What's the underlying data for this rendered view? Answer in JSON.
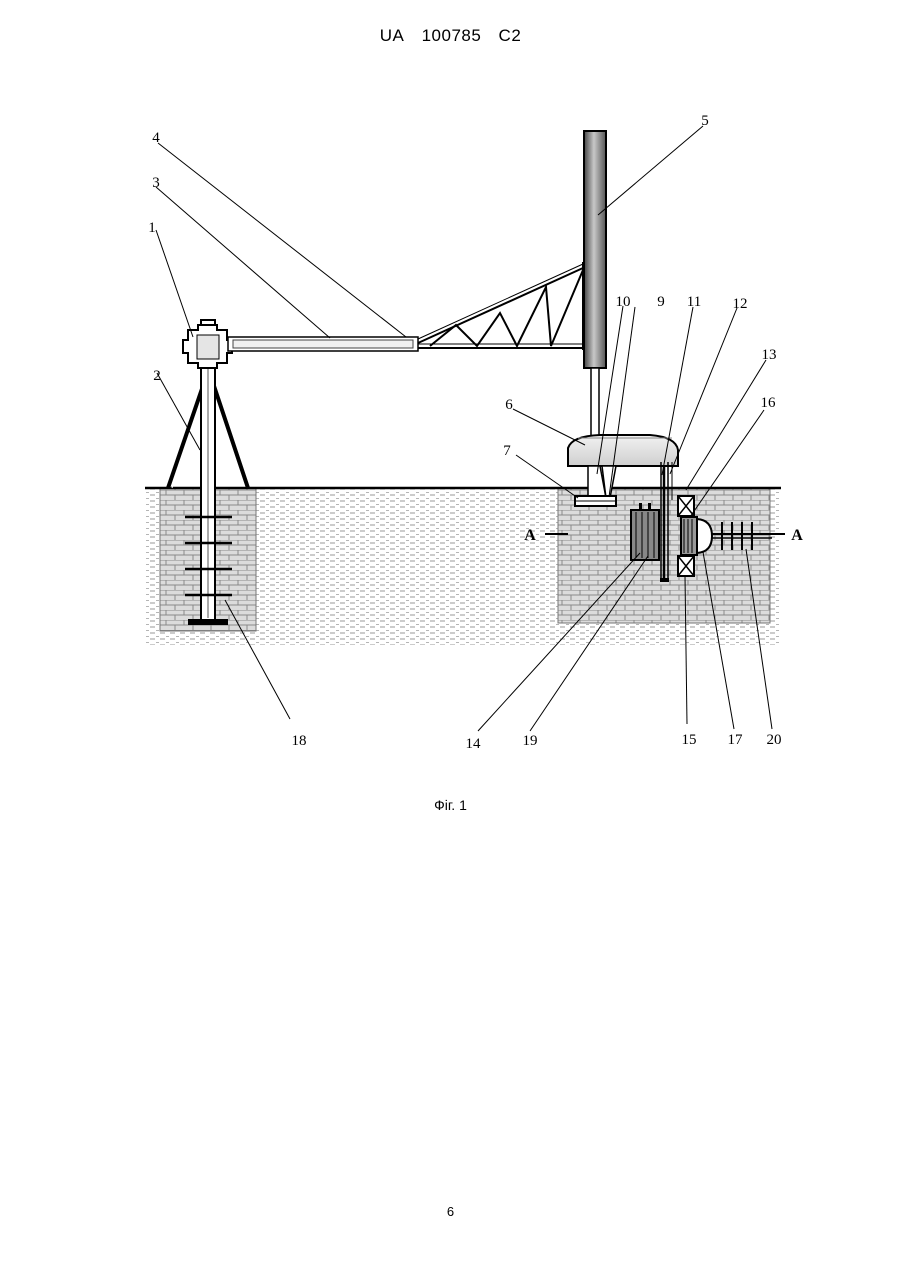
{
  "header": {
    "country": "UA",
    "number": "100785",
    "kind": "C2"
  },
  "figure": {
    "caption": "Фіг. 1",
    "section_mark": "A",
    "labels": {
      "l1": "1",
      "l2": "2",
      "l3": "3",
      "l4": "4",
      "l5": "5",
      "l6": "6",
      "l7": "7",
      "l9": "9",
      "l10": "10",
      "l11": "11",
      "l12": "12",
      "l13": "13",
      "l14": "14",
      "l15": "15",
      "l16": "16",
      "l17": "17",
      "l18": "18",
      "l19": "19",
      "l20": "20"
    }
  },
  "page_number": "6"
}
